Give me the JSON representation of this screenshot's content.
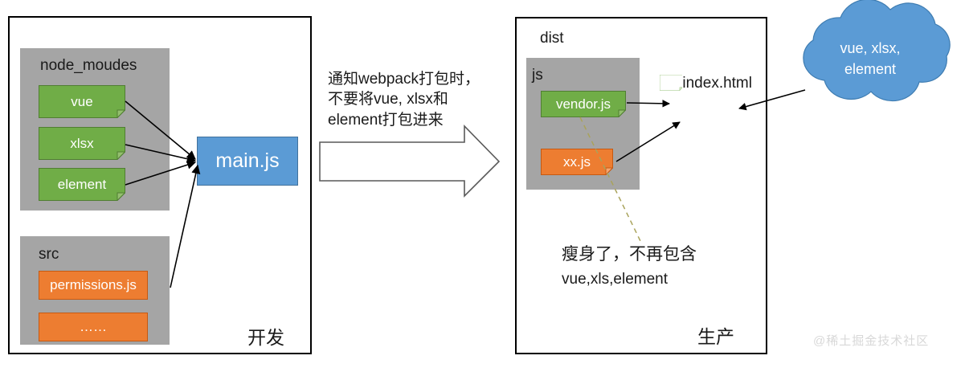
{
  "diagram": {
    "title_hidden": "",
    "colors": {
      "folder_gray": "#A5A5A5",
      "module_green": "#70AD47",
      "module_green_border": "#507E32",
      "file_orange": "#ED7D31",
      "file_orange_border": "#C65911",
      "entry_blue": "#5B9BD5",
      "entry_blue_border": "#41719C",
      "cloud_blue": "#5B9BD5",
      "panel_border": "#000000",
      "html_border": "#70AD47",
      "dashed_line": "#A9A35B",
      "watermark": "#D8D8D8"
    }
  },
  "dev_panel": {
    "tag": "开发",
    "node_modules": {
      "label": "node_moudes",
      "modules": [
        {
          "label": "vue"
        },
        {
          "label": "xlsx"
        },
        {
          "label": "element"
        }
      ]
    },
    "src": {
      "label": "src",
      "files": [
        {
          "label": "permissions.js"
        },
        {
          "label": "……"
        }
      ]
    },
    "entry": {
      "label": "main.js"
    }
  },
  "middle": {
    "caption_lines": [
      "通知webpack打包时，",
      "不要将vue, xlsx和",
      "element打包进来"
    ],
    "arrow_icon": "right-block-arrow-icon"
  },
  "prod_panel": {
    "tag": "生产",
    "dist": {
      "label": "dist",
      "js": {
        "label": "js",
        "bundles": [
          {
            "label": "vendor.js",
            "kind": "vendor"
          },
          {
            "label": "xx.js",
            "kind": "app"
          }
        ]
      },
      "html": {
        "label": "index.html"
      }
    },
    "note": {
      "line1": "瘦身了，不再包含",
      "line2": "vue,xls,element"
    }
  },
  "cloud": {
    "line1": "vue, xlsx,",
    "line2": "element"
  },
  "watermark": {
    "text": "@稀土掘金技术社区"
  }
}
